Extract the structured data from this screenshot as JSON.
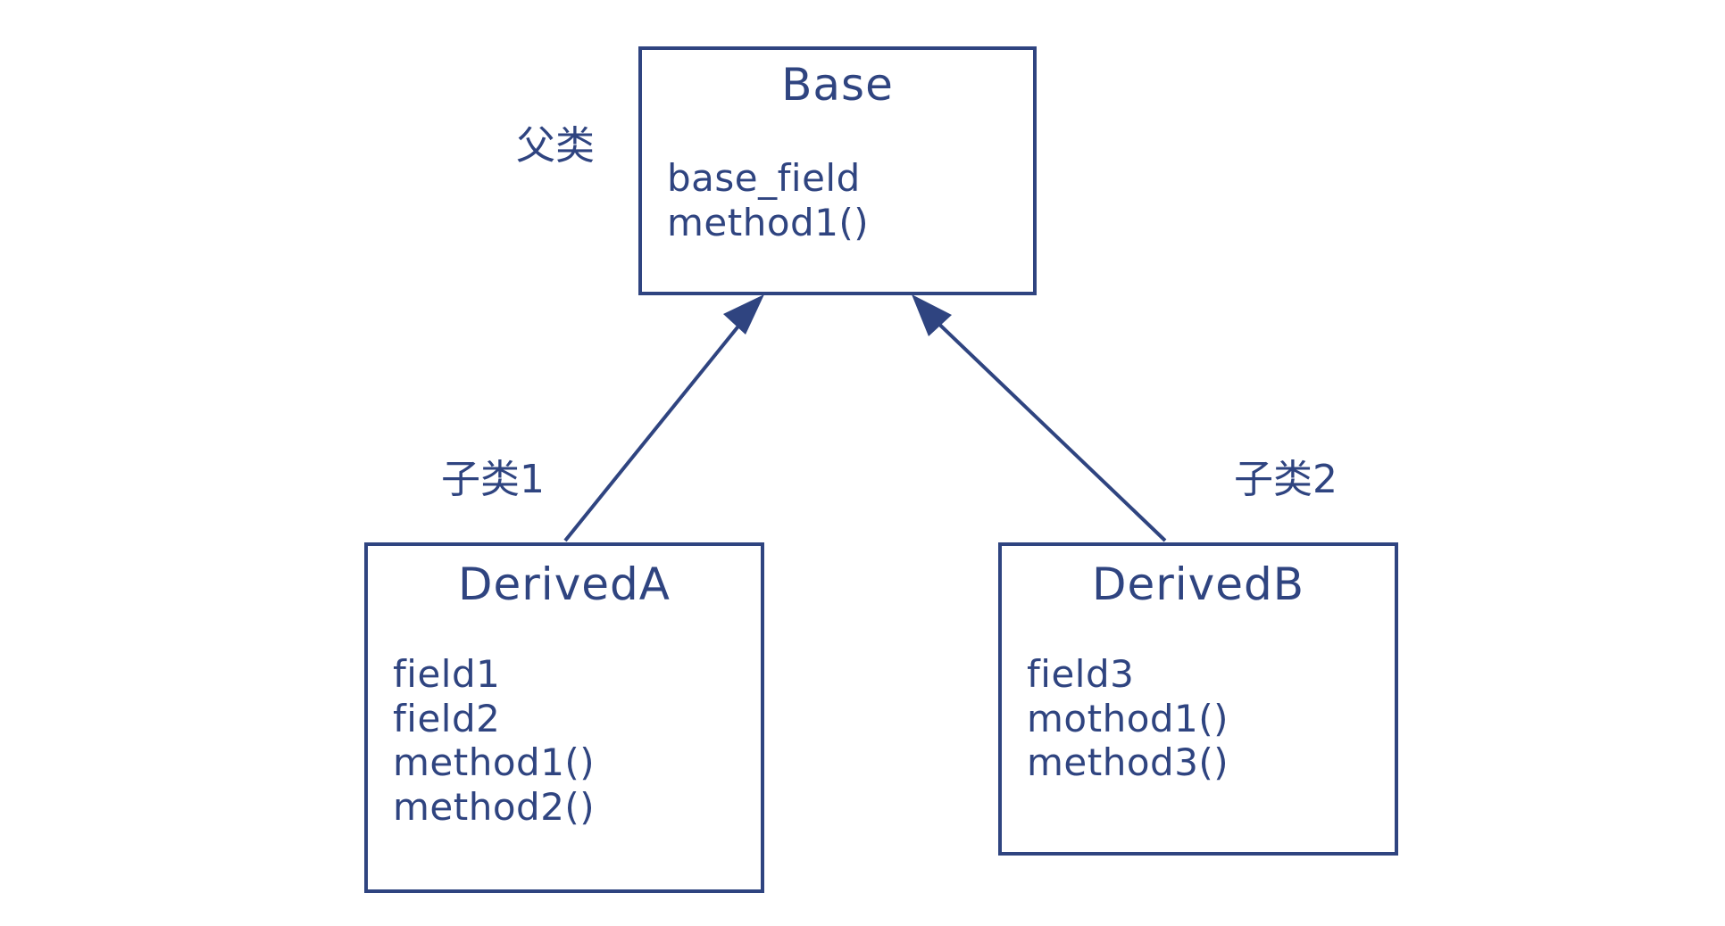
{
  "diagram": {
    "type": "uml-class-inheritance",
    "background_color": "#FFFFFF",
    "stroke_color": "#2F4480",
    "text_color": "#2F4480"
  },
  "annotations": {
    "parent": "父类",
    "child_1": "子类1",
    "child_2": "子类2"
  },
  "classes": {
    "base": {
      "name": "Base",
      "members": [
        "base_field",
        "method1()"
      ]
    },
    "derived_a": {
      "name": "DerivedA",
      "members": [
        "field1",
        "field2",
        "method1()",
        "method2()"
      ]
    },
    "derived_b": {
      "name": "DerivedB",
      "members": [
        "field3",
        "mothod1()",
        "method3()"
      ]
    }
  },
  "edges": [
    {
      "from": "DerivedA",
      "to": "Base",
      "kind": "inheritance"
    },
    {
      "from": "DerivedB",
      "to": "Base",
      "kind": "inheritance"
    }
  ]
}
